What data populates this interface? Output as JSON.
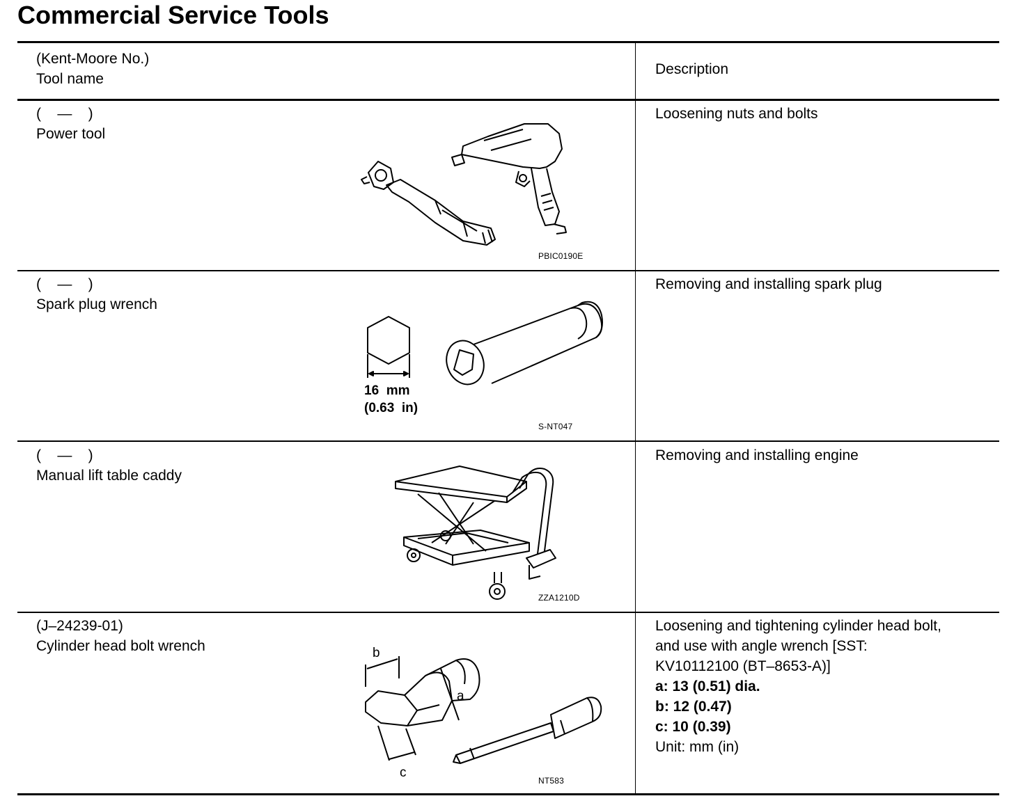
{
  "page": {
    "title": "Commercial Service Tools"
  },
  "header": {
    "tool_col_line1": "(Kent-Moore No.)",
    "tool_col_line2": "Tool name",
    "desc_col": "Description"
  },
  "rows": [
    {
      "kent_moore": "(    —    )",
      "tool_name": "Power tool",
      "description": "Loosening nuts and bolts",
      "figure_id": "PBIC0190E"
    },
    {
      "kent_moore": "(    —    )",
      "tool_name": "Spark plug wrench",
      "description": "Removing and installing spark plug",
      "figure_id": "S-NT047",
      "dim_mm": "16  mm",
      "dim_in": "(0.63  in)"
    },
    {
      "kent_moore": "(    —    )",
      "tool_name": "Manual lift table caddy",
      "description": "Removing and installing engine",
      "figure_id": "ZZA1210D"
    },
    {
      "kent_moore": "(J–24239-01)",
      "tool_name": "Cylinder head bolt wrench",
      "description_lines": [
        "Loosening and tightening cylinder head bolt,",
        "and use with angle wrench  [SST:",
        "KV10112100 (BT–8653-A)]"
      ],
      "spec_a": "a: 13 (0.51) dia.",
      "spec_b": "b: 12 (0.47)",
      "spec_c": "c: 10 (0.39)",
      "unit": "Unit: mm (in)",
      "label_a": "a",
      "label_b": "b",
      "label_c": "c",
      "figure_id": "NT583"
    }
  ]
}
